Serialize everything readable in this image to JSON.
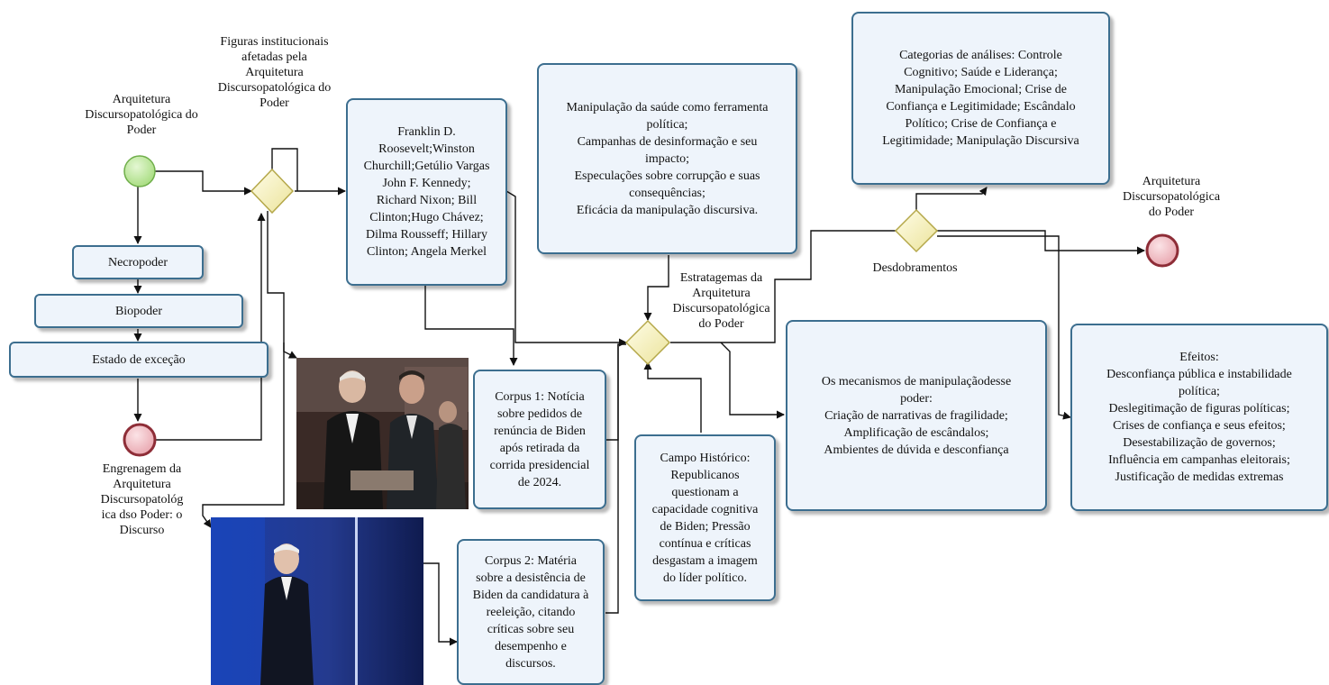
{
  "start_event": {
    "label": "Arquitetura\nDiscursopatológica do\nPoder"
  },
  "institutional_gateway": {
    "label": "Figuras institucionais\nafetadas pela\nArquitetura\nDiscursopatológica do\nPoder"
  },
  "powers": [
    "Necropoder",
    "Biopoder",
    "Estado de exceção"
  ],
  "engrenagem_event": {
    "label": "Engrenagem da\nArquitetura\nDiscursopatológ\nica dso Poder: o\nDiscurso"
  },
  "figures_box": "Franklin D.\nRoosevelt;Winston\nChurchill;Getúlio Vargas\nJohn F. Kennedy;\nRichard Nixon; Bill\nClinton;Hugo Chávez;\nDilma Rousseff; Hillary\nClinton; Angela Merkel",
  "manipulation_box": "Manipulação da saúde como ferramenta\npolítica;\nCampanhas de desinformação e seu\nimpacto;\nEspeculações sobre corrupção e suas\nconsequências;\nEficácia da manipulação discursiva.",
  "strategems_gateway": {
    "label": "Estratagemas da\nArquitetura\nDiscursopatológica\ndo Poder"
  },
  "corpus1_box": "Corpus 1: Notícia\nsobre pedidos de\nrenúncia de Biden\napós retirada da\ncorrida presidencial\nde 2024.",
  "corpus2_box": "Corpus 2: Matéria\nsobre a desistência de\nBiden da candidatura à\nreeleição, citando\ncríticas sobre seu\ndesempenho e\ndiscursos.",
  "campo_box": "Campo Histórico:\nRepublicanos\nquestionam a\ncapacidade cognitiva\nde Biden; Pressão\ncontínua e críticas\ndesgastam a imagem\ndo líder político.",
  "mechanisms_box": "Os mecanismos de manipulaçãodesse\npoder:\nCriação de narrativas de fragilidade;\nAmplificação de escândalos;\nAmbientes de dúvida e desconfiança",
  "categories_box": "Categorias de análises: Controle\nCognitivo; Saúde e Liderança;\nManipulação Emocional; Crise de\nConfiança e Legitimidade; Escândalo\nPolítico; Crise de Confiança e\nLegitimidade; Manipulação Discursiva",
  "desdobramentos_gateway": {
    "label": "Desdobramentos"
  },
  "end_event": {
    "label": "Arquitetura\nDiscursopatológica\ndo Poder"
  },
  "effects_box": "Efeitos:\nDesconfiança pública e instabilidade\npolítica;\nDeslegitimação de figuras políticas;\nCrises de confiança e seus efeitos;\nDesestabilização de governos;\nInfluência em campanhas eleitorais;\nJustificação de medidas extremas",
  "colors": {
    "box_border": "#3c6e8f",
    "box_fill": "#eef4fb",
    "start_event": "#a6dc7e",
    "end_event": "#e8a4ad",
    "gateway": "#f4f0b4"
  }
}
